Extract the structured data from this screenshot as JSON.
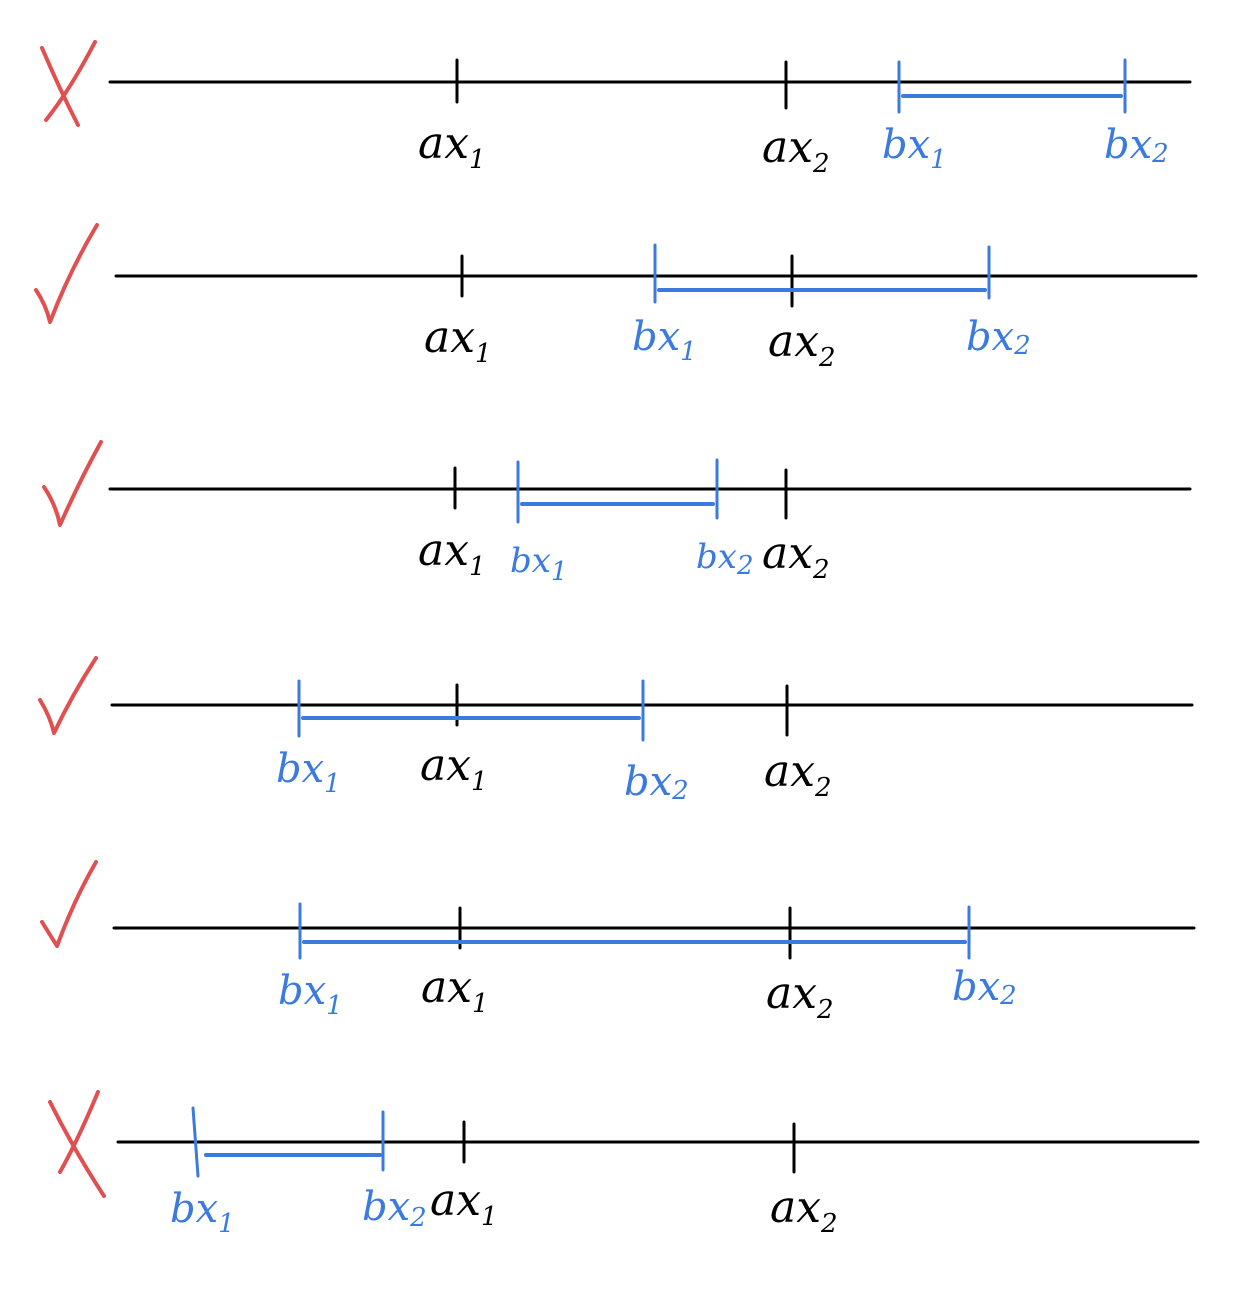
{
  "colors": {
    "axis": "#000000",
    "interval_b": "#3b7be0",
    "mark": "#e05050"
  },
  "rows": [
    {
      "mark": "cross",
      "labels": {
        "ax1": "ax",
        "ax1_sub": "1",
        "ax2": "ax",
        "ax2_sub": "2",
        "bx1": "bx",
        "bx1_sub": "1",
        "bx2": "bx",
        "bx2_sub": "2"
      }
    },
    {
      "mark": "check",
      "labels": {
        "ax1": "ax",
        "ax1_sub": "1",
        "ax2": "ax",
        "ax2_sub": "2",
        "bx1": "bx",
        "bx1_sub": "1",
        "bx2": "bx",
        "bx2_sub": "2"
      }
    },
    {
      "mark": "check",
      "labels": {
        "ax1": "ax",
        "ax1_sub": "1",
        "ax2": "ax",
        "ax2_sub": "2",
        "bx1": "bx",
        "bx1_sub": "1",
        "bx2": "bx",
        "bx2_sub": "2"
      }
    },
    {
      "mark": "check",
      "labels": {
        "ax1": "ax",
        "ax1_sub": "1",
        "ax2": "ax",
        "ax2_sub": "2",
        "bx1": "bx",
        "bx1_sub": "1",
        "bx2": "bx",
        "bx2_sub": "2"
      }
    },
    {
      "mark": "check",
      "labels": {
        "ax1": "ax",
        "ax1_sub": "1",
        "ax2": "ax",
        "ax2_sub": "2",
        "bx1": "bx",
        "bx1_sub": "1",
        "bx2": "bx",
        "bx2_sub": "2"
      }
    },
    {
      "mark": "cross",
      "labels": {
        "ax1": "ax",
        "ax1_sub": "1",
        "ax2": "ax",
        "ax2_sub": "2",
        "bx1": "bx",
        "bx1_sub": "1",
        "bx2": "bx",
        "bx2_sub": "2"
      }
    }
  ]
}
